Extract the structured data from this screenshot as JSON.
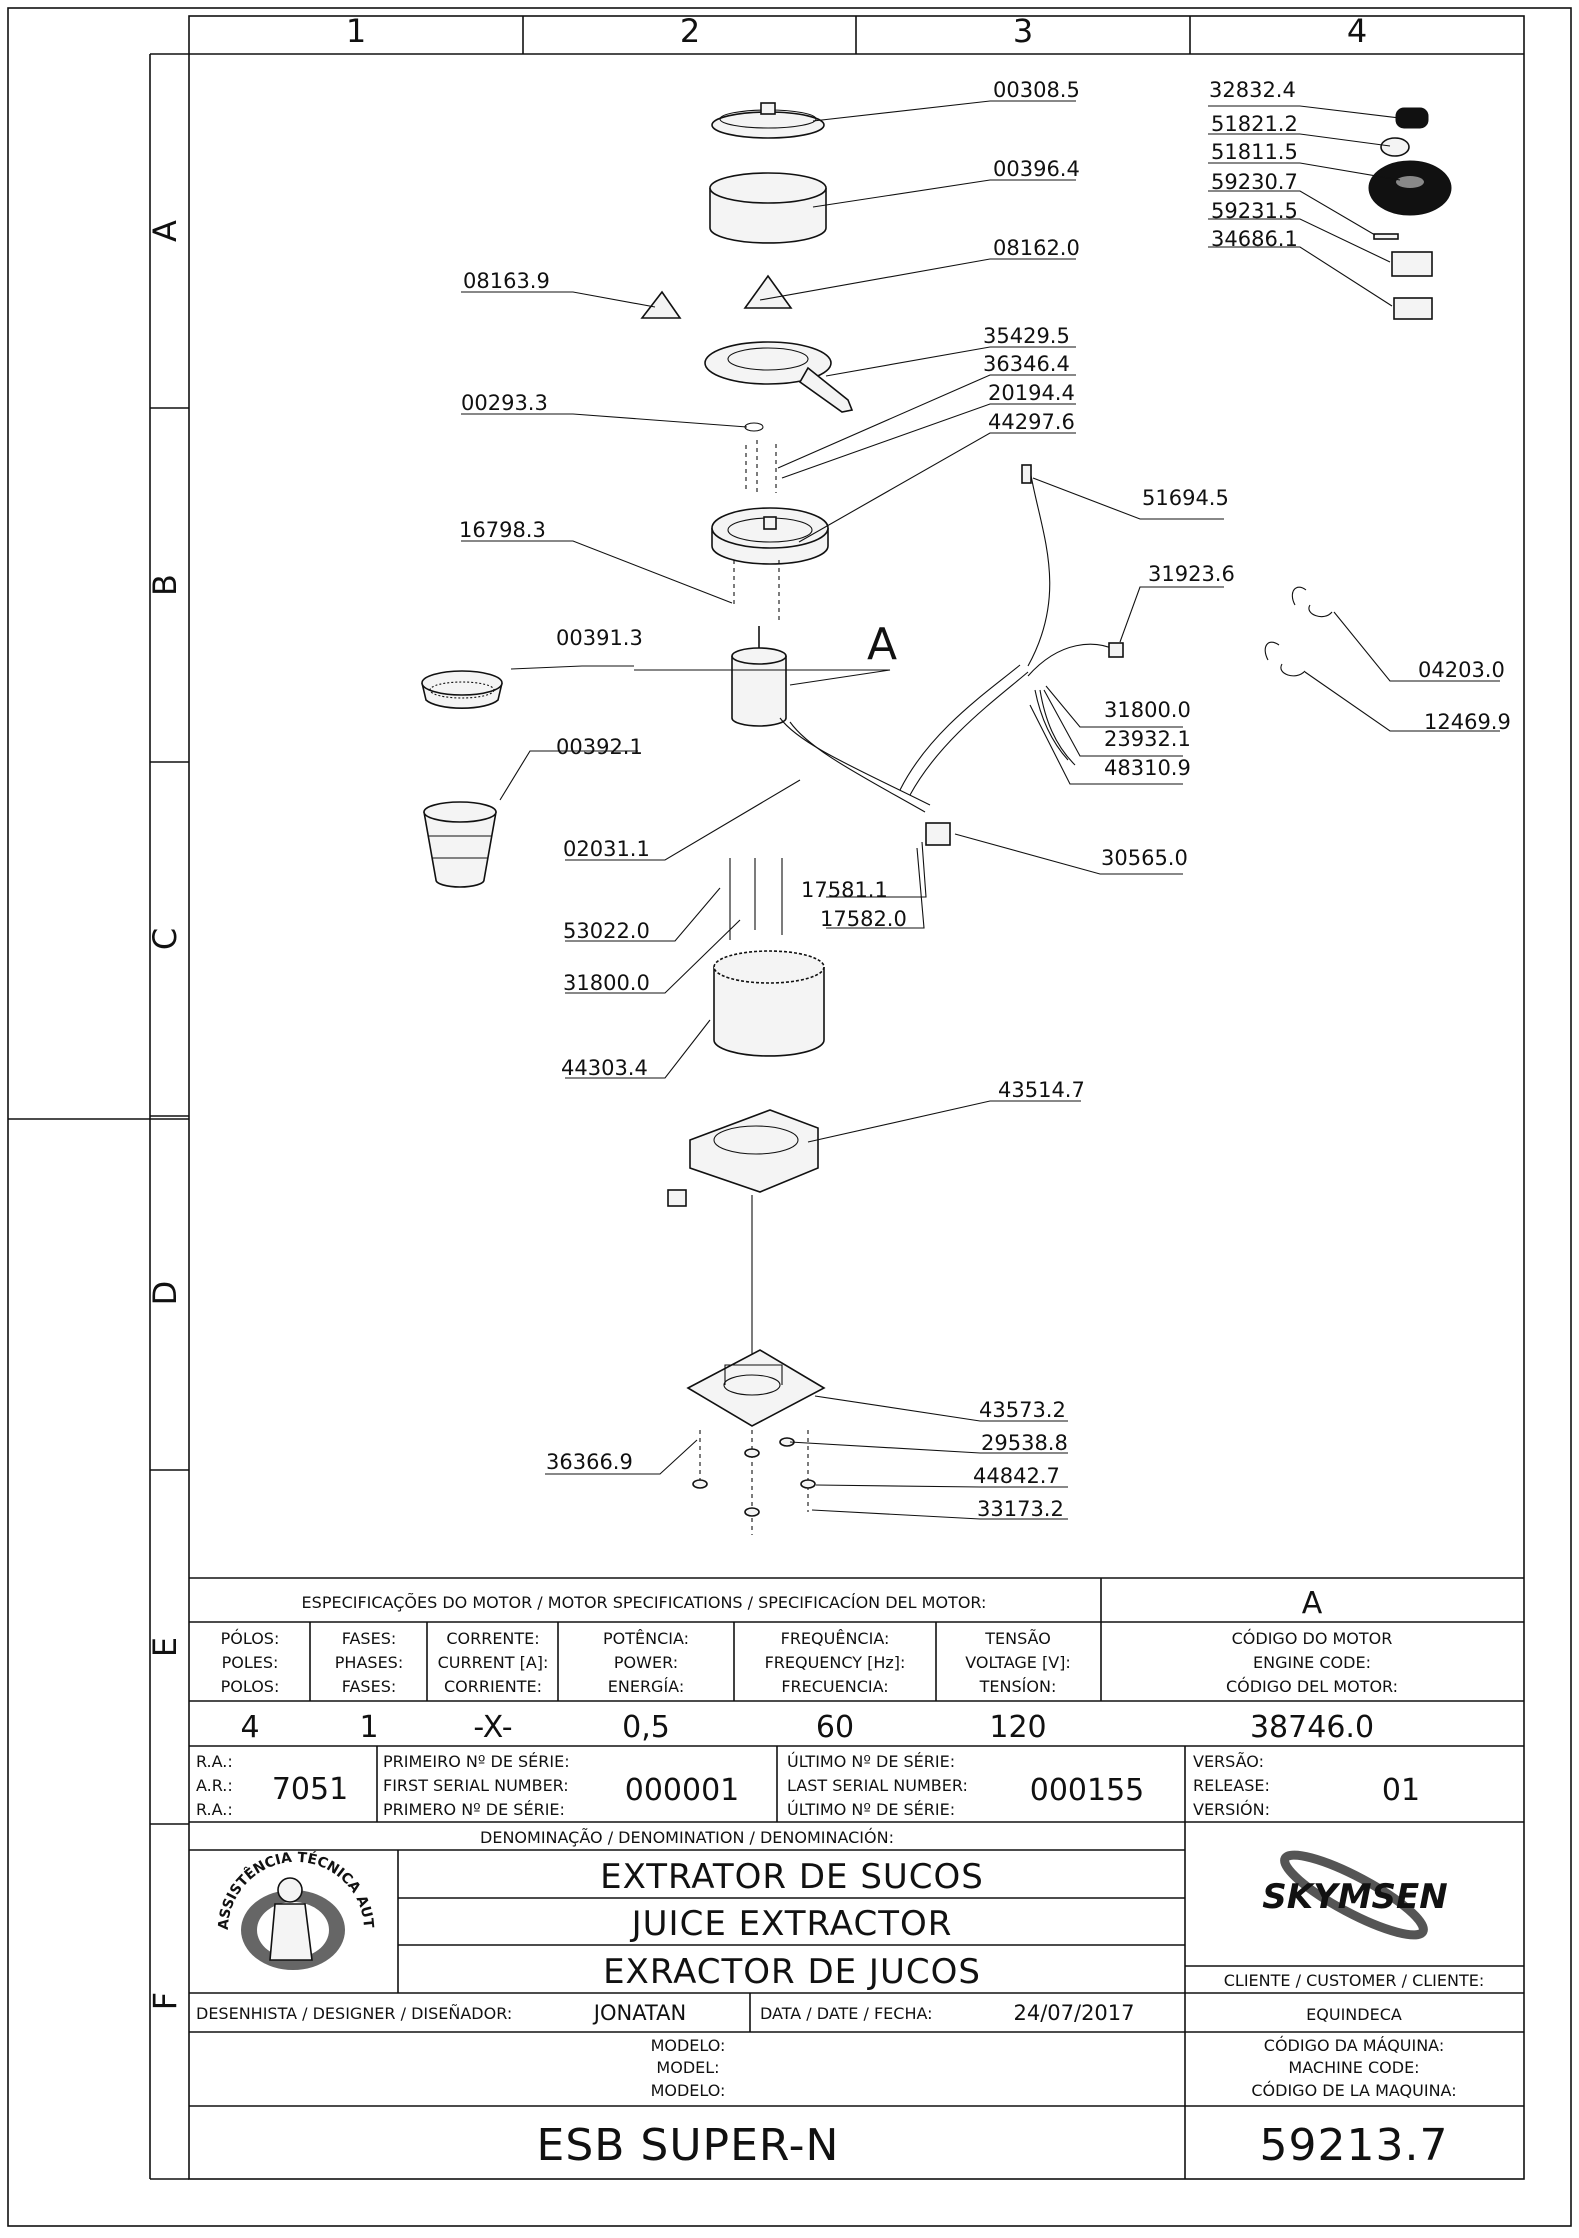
{
  "grid": {
    "columns": [
      "1",
      "2",
      "3",
      "4"
    ],
    "rows": [
      "A",
      "B",
      "C",
      "D",
      "E",
      "F"
    ]
  },
  "detail_label": "A",
  "parts": [
    "00308.5",
    "00396.4",
    "08162.0",
    "08163.9",
    "35429.5",
    "36346.4",
    "00293.3",
    "20194.4",
    "44297.6",
    "16798.3",
    "00391.3",
    "00392.1",
    "02031.1",
    "53022.0",
    "31800.0",
    "44303.4",
    "43514.7",
    "51694.5",
    "31923.6",
    "31800.0",
    "23932.1",
    "48310.9",
    "30565.0",
    "17581.1",
    "17582.0",
    "32832.4",
    "51821.2",
    "51811.5",
    "59230.7",
    "59231.5",
    "34686.1",
    "04203.0",
    "12469.9",
    "43573.2",
    "29538.8",
    "36366.9",
    "44842.7",
    "33173.2"
  ],
  "motor": {
    "header": "ESPECIFICAÇÕES DO MOTOR / MOTOR SPECIFICATIONS / SPECIFICACÍON DEL MOTOR:",
    "label": "A",
    "columns": [
      {
        "l1": "PÓLOS:",
        "l2": "POLES:",
        "l3": "POLOS:",
        "value": "4"
      },
      {
        "l1": "FASES:",
        "l2": "PHASES:",
        "l3": "FASES:",
        "value": "1"
      },
      {
        "l1": "CORRENTE:",
        "l2": "CURRENT [A]:",
        "l3": "CORRIENTE:",
        "value": "-X-"
      },
      {
        "l1": "POTÊNCIA:",
        "l2": "POWER:",
        "l3": "ENERGÍA:",
        "value": "0,5"
      },
      {
        "l1": "FREQUÊNCIA:",
        "l2": "FREQUENCY [Hz]:",
        "l3": "FRECUENCIA:",
        "value": "60"
      },
      {
        "l1": "TENSÃO",
        "l2": "VOLTAGE [V]:",
        "l3": "TENSÍON:",
        "value": "120"
      },
      {
        "l1": "CÓDIGO DO MOTOR",
        "l2": "ENGINE CODE:",
        "l3": "CÓDIGO DEL MOTOR:",
        "value": "38746.0"
      }
    ]
  },
  "serial": {
    "ra_labels": [
      "R.A.:",
      "A.R.:",
      "R.A.:"
    ],
    "ra_value": "7051",
    "first_labels": [
      "PRIMEIRO Nº DE SÉRIE:",
      "FIRST SERIAL NUMBER:",
      "PRIMERO Nº DE SÉRIE:"
    ],
    "first_value": "000001",
    "last_labels": [
      "ÚLTIMO Nº DE SÉRIE:",
      "LAST SERIAL NUMBER:",
      "ÚLTIMO Nº DE SÉRIE:"
    ],
    "last_value": "000155",
    "version_labels": [
      "VERSÃO:",
      "RELEASE:",
      "VERSIÓN:"
    ],
    "version_value": "01"
  },
  "denomination": {
    "header": "DENOMINAÇÃO / DENOMINATION / DENOMINACIÓN:",
    "lines": [
      "EXTRATOR DE SUCOS",
      "JUICE EXTRACTOR",
      "EXRACTOR DE JUCOS"
    ]
  },
  "seal_text": "ASSISTÊNCIA TÉCNICA AUTORIZADA",
  "brand": "SKYMSEN",
  "customer": {
    "label": "CLIENTE / CUSTOMER / CLIENTE:",
    "value": "EQUINDECA"
  },
  "designer": {
    "label": "DESENHISTA / DESIGNER / DISEÑADOR:",
    "value": "JONATAN"
  },
  "date": {
    "label": "DATA / DATE / FECHA:",
    "value": "24/07/2017"
  },
  "model": {
    "labels": [
      "MODELO:",
      "MODEL:",
      "MODELO:"
    ],
    "value": "ESB SUPER-N"
  },
  "machine_code": {
    "labels": [
      "CÓDIGO DA MÁQUINA:",
      "MACHINE CODE:",
      "CÓDIGO DE LA MAQUINA:"
    ],
    "value": "59213.7"
  }
}
